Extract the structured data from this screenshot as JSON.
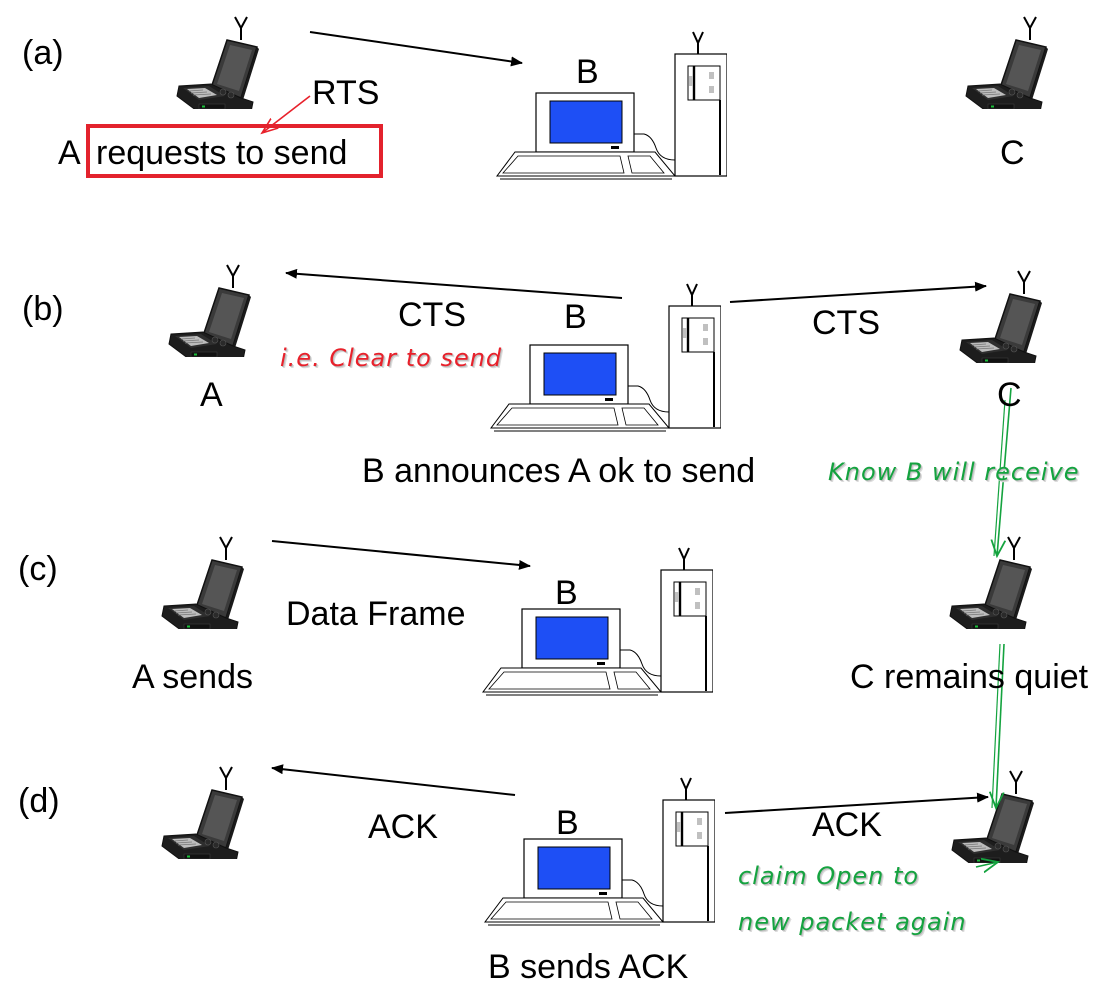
{
  "diagram": {
    "title": "RTS/CTS handshake (hidden terminal)",
    "colors": {
      "arrow": "#000000",
      "monitor_screen": "#1e4ff5",
      "laptop_body": "#2b2b2b",
      "annotation_red": "#e8212b",
      "annotation_green": "#14a33f",
      "highlight_box": "#e3222d"
    },
    "panels": [
      {
        "id": "a",
        "tag": "(a)",
        "nodes": {
          "A": "",
          "B": "B",
          "C": "C"
        },
        "arrow_label": "RTS",
        "caption_prefix": "A ",
        "caption_highlighted": "requests to send",
        "messages": [
          {
            "from": "A",
            "to": "B",
            "label": "RTS"
          }
        ]
      },
      {
        "id": "b",
        "tag": "(b)",
        "nodes": {
          "A": "A",
          "B": "B",
          "C": "C"
        },
        "left_label": "CTS",
        "right_label": "CTS",
        "caption": "B announces A ok to send",
        "messages": [
          {
            "from": "B",
            "to": "A",
            "label": "CTS"
          },
          {
            "from": "B",
            "to": "C",
            "label": "CTS"
          }
        ]
      },
      {
        "id": "c",
        "tag": "(c)",
        "nodes": {
          "A": "A sends",
          "B": "B",
          "C": "C remains quiet"
        },
        "arrow_label": "Data Frame",
        "messages": [
          {
            "from": "A",
            "to": "B",
            "label": "Data Frame"
          }
        ]
      },
      {
        "id": "d",
        "tag": "(d)",
        "nodes": {
          "A": "",
          "B": "B",
          "C": ""
        },
        "left_label": "ACK",
        "right_label": "ACK",
        "caption": "B sends ACK",
        "messages": [
          {
            "from": "B",
            "to": "A",
            "label": "ACK"
          },
          {
            "from": "B",
            "to": "C",
            "label": "ACK"
          }
        ]
      }
    ],
    "annotations": {
      "clear_to_send": "i.e. Clear to send",
      "know_b_will_receive": "Know B will receive",
      "claim_open_line1": "claim Open to",
      "claim_open_line2": "new packet again"
    }
  }
}
